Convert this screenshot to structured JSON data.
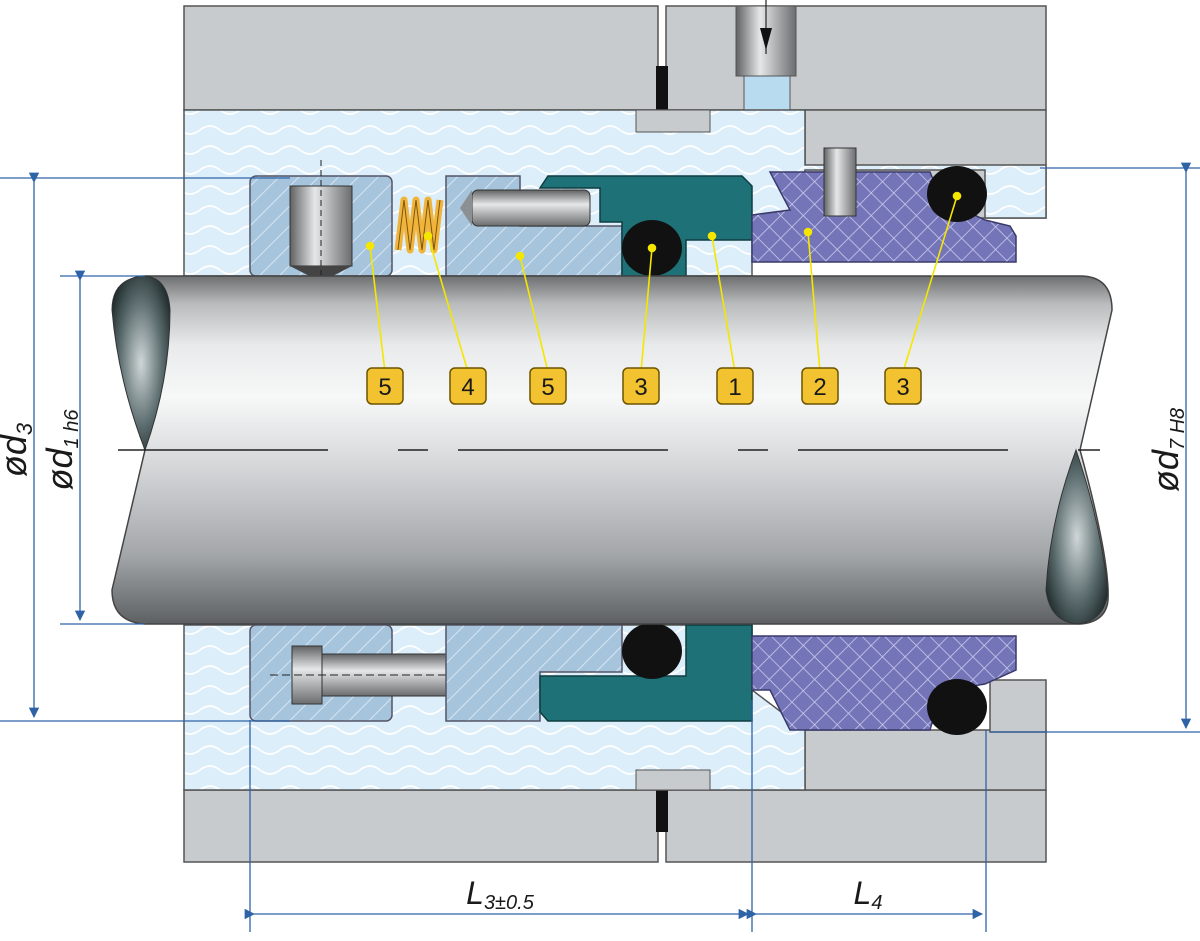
{
  "callouts": [
    {
      "id": "c1",
      "label": "5"
    },
    {
      "id": "c2",
      "label": "4"
    },
    {
      "id": "c3",
      "label": "5"
    },
    {
      "id": "c4",
      "label": "3"
    },
    {
      "id": "c5",
      "label": "1"
    },
    {
      "id": "c6",
      "label": "2"
    },
    {
      "id": "c7",
      "label": "3"
    }
  ],
  "dimensions": {
    "d3": {
      "prefix": "ød",
      "sub": "3"
    },
    "d1": {
      "prefix": "ød",
      "sub": "1 h6"
    },
    "d7": {
      "prefix": "ød",
      "sub": "7 H8"
    },
    "L3": {
      "prefix": "L",
      "sub": "3±0.5"
    },
    "L4": {
      "prefix": "L",
      "sub": "4"
    }
  },
  "colors": {
    "housing": "#c8cbcd",
    "gland": "#dceefa",
    "carrier": "#a6c4dc",
    "seal_face": "#1f7178",
    "seat": "#7474b8",
    "spring": "#f0b43a",
    "oring": "#111111",
    "dimension_line": "#2f63a8",
    "callout_fill": "#f2c230",
    "leader": "#f5e600"
  }
}
